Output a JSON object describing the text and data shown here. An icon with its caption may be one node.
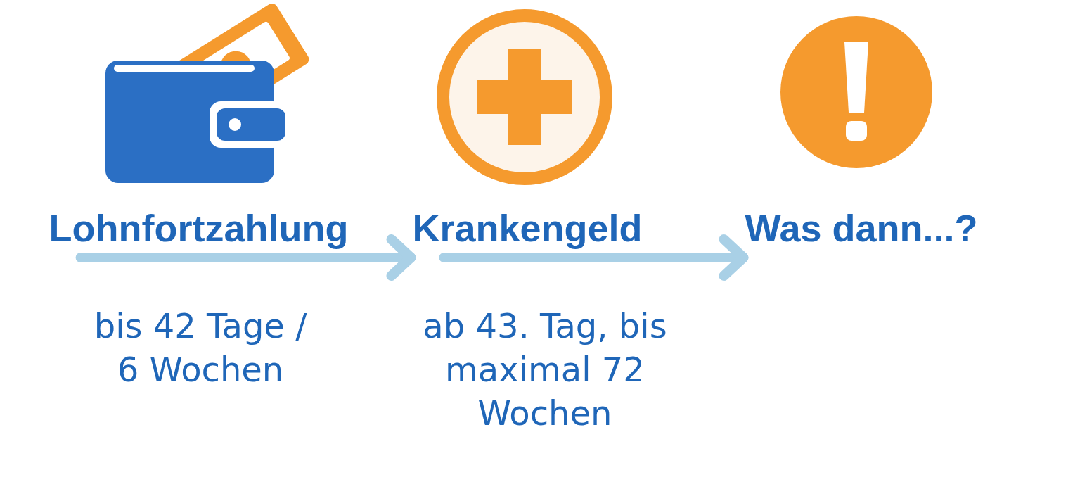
{
  "diagram": {
    "nodes": [
      {
        "text": [
          "Lohnfortzahlung"
        ]
      },
      {
        "text": [
          "Krankengeld"
        ]
      },
      {
        "text": [
          "Was dann...?"
        ]
      }
    ],
    "edges": [
      {
        "from": 0,
        "to": 1,
        "arrow": "to",
        "label": "bis 42 Tage / 6 Wochen"
      },
      {
        "from": 1,
        "to": 2,
        "arrow": "to",
        "label": "ab 43. Tag, bis maximal 72 Wochen"
      }
    ]
  }
}
